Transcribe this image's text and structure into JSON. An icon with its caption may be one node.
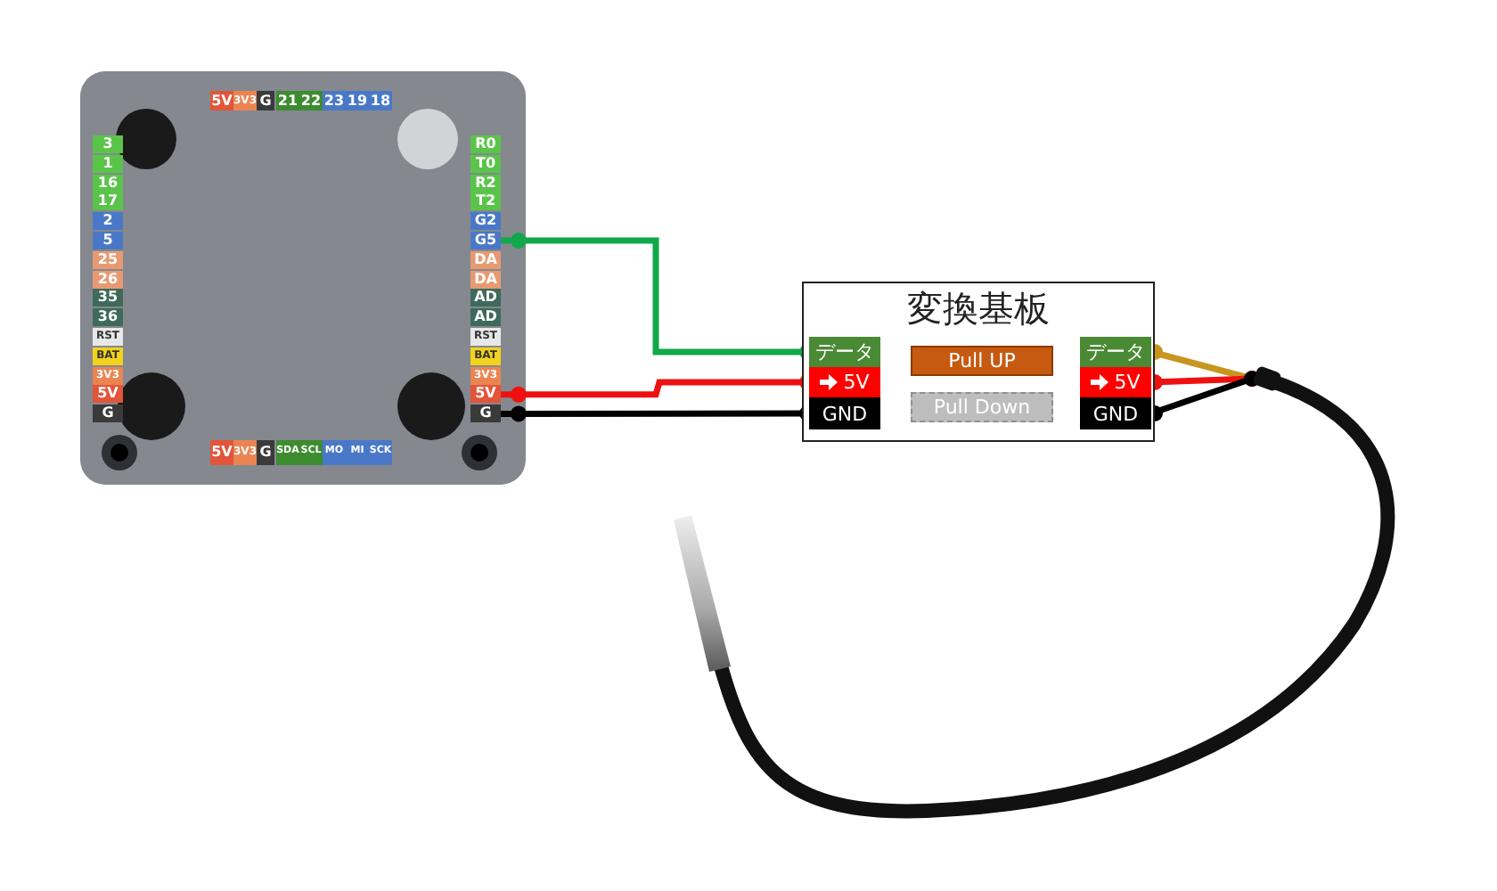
{
  "diagram": {
    "nodes": [
      {
        "text": [],
        "shape": "picture"
      },
      {
        "text": [
          "5V"
        ],
        "in": 0
      },
      {
        "text": [
          "3V3"
        ],
        "in": 0
      },
      {
        "text": [
          "G"
        ],
        "in": 0
      },
      {
        "text": [
          "21"
        ],
        "in": 0
      },
      {
        "text": [
          "22"
        ],
        "in": 0
      },
      {
        "text": [
          "23"
        ],
        "in": 0
      },
      {
        "text": [
          "19"
        ],
        "in": 0
      },
      {
        "text": [
          "18"
        ],
        "in": 0
      },
      {
        "text": [
          "3"
        ],
        "in": 0
      },
      {
        "text": [
          "1"
        ],
        "in": 0
      },
      {
        "text": [
          "16"
        ],
        "in": 0
      },
      {
        "text": [
          "17"
        ],
        "in": 0
      },
      {
        "text": [
          "2"
        ],
        "in": 0
      },
      {
        "text": [
          "5"
        ],
        "in": 0
      },
      {
        "text": [
          "25"
        ],
        "in": 0
      },
      {
        "text": [
          "26"
        ],
        "in": 0
      },
      {
        "text": [
          "35"
        ],
        "in": 0
      },
      {
        "text": [
          "36"
        ],
        "in": 0
      },
      {
        "text": [
          "RST"
        ],
        "in": 0
      },
      {
        "text": [
          "BAT"
        ],
        "in": 0
      },
      {
        "text": [
          "3V3"
        ],
        "in": 0
      },
      {
        "text": [
          "5V"
        ],
        "in": 0
      },
      {
        "text": [
          "G"
        ],
        "in": 0
      },
      {
        "text": [
          "R0"
        ],
        "in": 0
      },
      {
        "text": [
          "T0"
        ],
        "in": 0
      },
      {
        "text": [
          "R2"
        ],
        "in": 0
      },
      {
        "text": [
          "T2"
        ],
        "in": 0
      },
      {
        "text": [
          "G2"
        ],
        "in": 0
      },
      {
        "text": [
          "G5"
        ],
        "in": 0
      },
      {
        "text": [
          "DA"
        ],
        "in": 0
      },
      {
        "text": [
          "DA"
        ],
        "in": 0
      },
      {
        "text": [
          "AD"
        ],
        "in": 0
      },
      {
        "text": [
          "AD"
        ],
        "in": 0
      },
      {
        "text": [
          "RST"
        ],
        "in": 0
      },
      {
        "text": [
          "BAT"
        ],
        "in": 0
      },
      {
        "text": [
          "3V3"
        ],
        "in": 0
      },
      {
        "text": [
          "5V"
        ],
        "in": 0
      },
      {
        "text": [
          "G"
        ],
        "in": 0
      },
      {
        "text": [
          "5V"
        ],
        "in": 0
      },
      {
        "text": [
          "3V3"
        ],
        "in": 0
      },
      {
        "text": [
          "G"
        ],
        "in": 0
      },
      {
        "text": [
          "SDA"
        ],
        "in": 0
      },
      {
        "text": [
          "SCL"
        ],
        "in": 0
      },
      {
        "text": [
          "MO"
        ],
        "in": 0
      },
      {
        "text": [
          "MI"
        ],
        "in": 0
      },
      {
        "text": [
          "SCK"
        ],
        "in": 0
      },
      {
        "text": [
          "変換基板"
        ]
      },
      {
        "text": [
          "データ"
        ],
        "in": 47
      },
      {
        "text": [
          "5V"
        ],
        "in": 47
      },
      {
        "text": [
          "GND"
        ],
        "in": 47
      },
      {
        "text": [
          "Pull UP"
        ],
        "in": 47
      },
      {
        "text": [
          "Pull Down"
        ],
        "in": 47
      },
      {
        "text": [
          "データ"
        ],
        "in": 47
      },
      {
        "text": [
          "5V"
        ],
        "in": 47
      },
      {
        "text": [
          "GND"
        ],
        "in": 47
      },
      {
        "text": [],
        "shape": "cylinder"
      }
    ],
    "edges": [
      {
        "from": 29,
        "to": 48,
        "arrow": "other",
        "color": "#10a84a"
      },
      {
        "from": 37,
        "to": 49,
        "arrow": "other",
        "color": "#ee1111"
      },
      {
        "from": 38,
        "to": 50,
        "arrow": "other",
        "color": "#000000"
      },
      {
        "from": 53,
        "to": 56,
        "arrow": "other",
        "color": "#c8961e"
      },
      {
        "from": 54,
        "to": 56,
        "arrow": "other",
        "color": "#ee1111"
      },
      {
        "from": 55,
        "to": 56,
        "arrow": "other",
        "color": "#000000"
      }
    ]
  }
}
